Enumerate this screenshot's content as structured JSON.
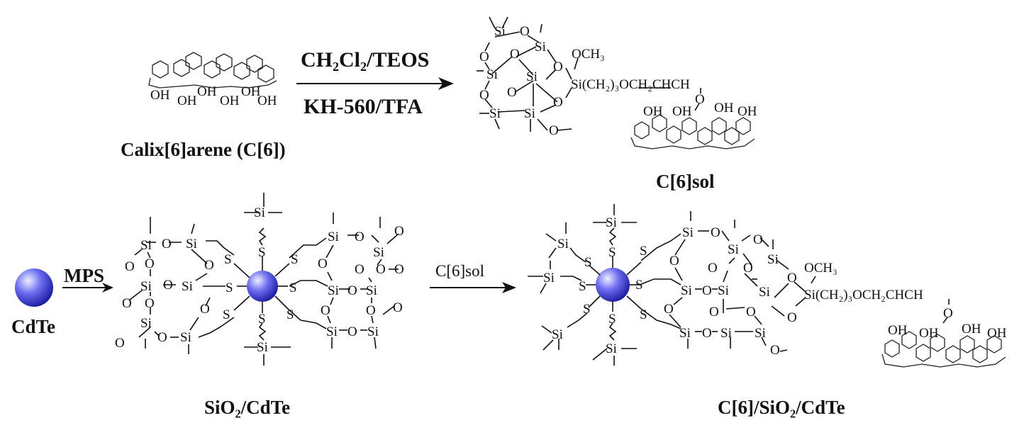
{
  "labels": {
    "reagent_top": "CH₂Cl₂/TEOS",
    "reagent_bottom": "KH-560/TFA",
    "calix_caption": "Calix[6]arene (C[6])",
    "sol_caption": "C[6]sol",
    "mps": "MPS",
    "cdte": "CdTe",
    "step2": "C[6]sol",
    "sio2_caption": "SiO₂/CdTe",
    "final_caption": "C[6]/SiO₂/CdTe"
  },
  "atoms": {
    "si": "Si",
    "o": "O",
    "s": "S",
    "oh": "OH",
    "och3": "OCH₃",
    "chain": "Si(CH₂)₃OCH₂CHCH"
  },
  "colors": {
    "sphere_light": "#eef0ff",
    "sphere_mid": "#6b6cf0",
    "sphere_dark": "#15159a"
  }
}
